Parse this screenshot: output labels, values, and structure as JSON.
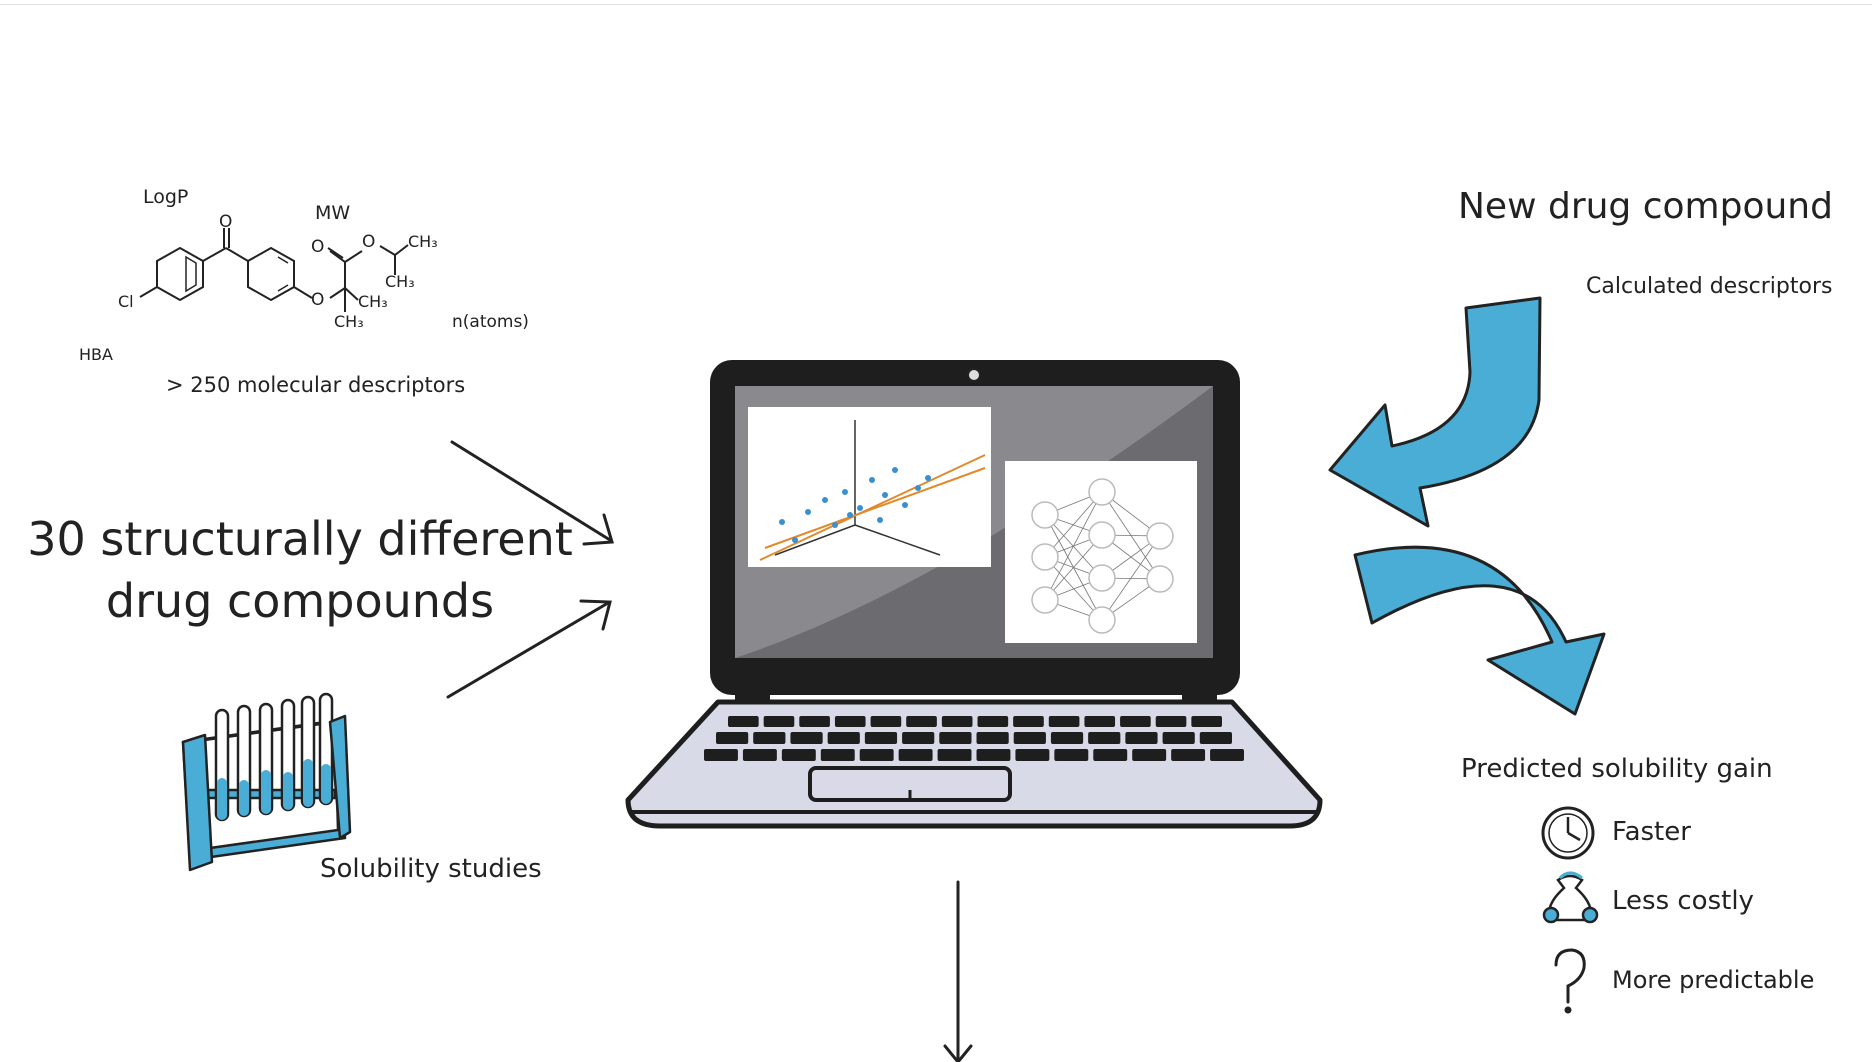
{
  "left": {
    "descriptor_labels": {
      "logp": "LogP",
      "mw": "MW",
      "hba": "HBA",
      "natoms": "n(atoms)"
    },
    "molecule_atoms": {
      "o_carbonyl": "O",
      "cl": "Cl",
      "o_ester_double": "O",
      "o_ester_single": "O",
      "o_ether": "O",
      "ch3_top": "CH₃",
      "ch3_mid": "CH₃",
      "ch3_right": "CH₃",
      "ch3_bottom": "CH₃"
    },
    "descriptor_count": "> 250 molecular descriptors",
    "compounds_line1": "30 structurally different",
    "compounds_line2": "drug compounds",
    "solubility": "Solubility studies"
  },
  "right": {
    "new_compound": "New drug compound",
    "calculated": "Calculated descriptors",
    "predicted": "Predicted solubility gain",
    "benefits": [
      {
        "icon": "clock-icon",
        "label": "Faster"
      },
      {
        "icon": "money-bag-icon",
        "label": "Less costly"
      },
      {
        "icon": "question-mark-icon",
        "label": "More predictable"
      }
    ]
  },
  "colors": {
    "arrow_blue": "#4aadd6",
    "laptop_dark": "#1e1e1e",
    "laptop_base": "#d9dae8",
    "plot_line": "#e08a2c",
    "plot_points": "#3a8fd0"
  }
}
